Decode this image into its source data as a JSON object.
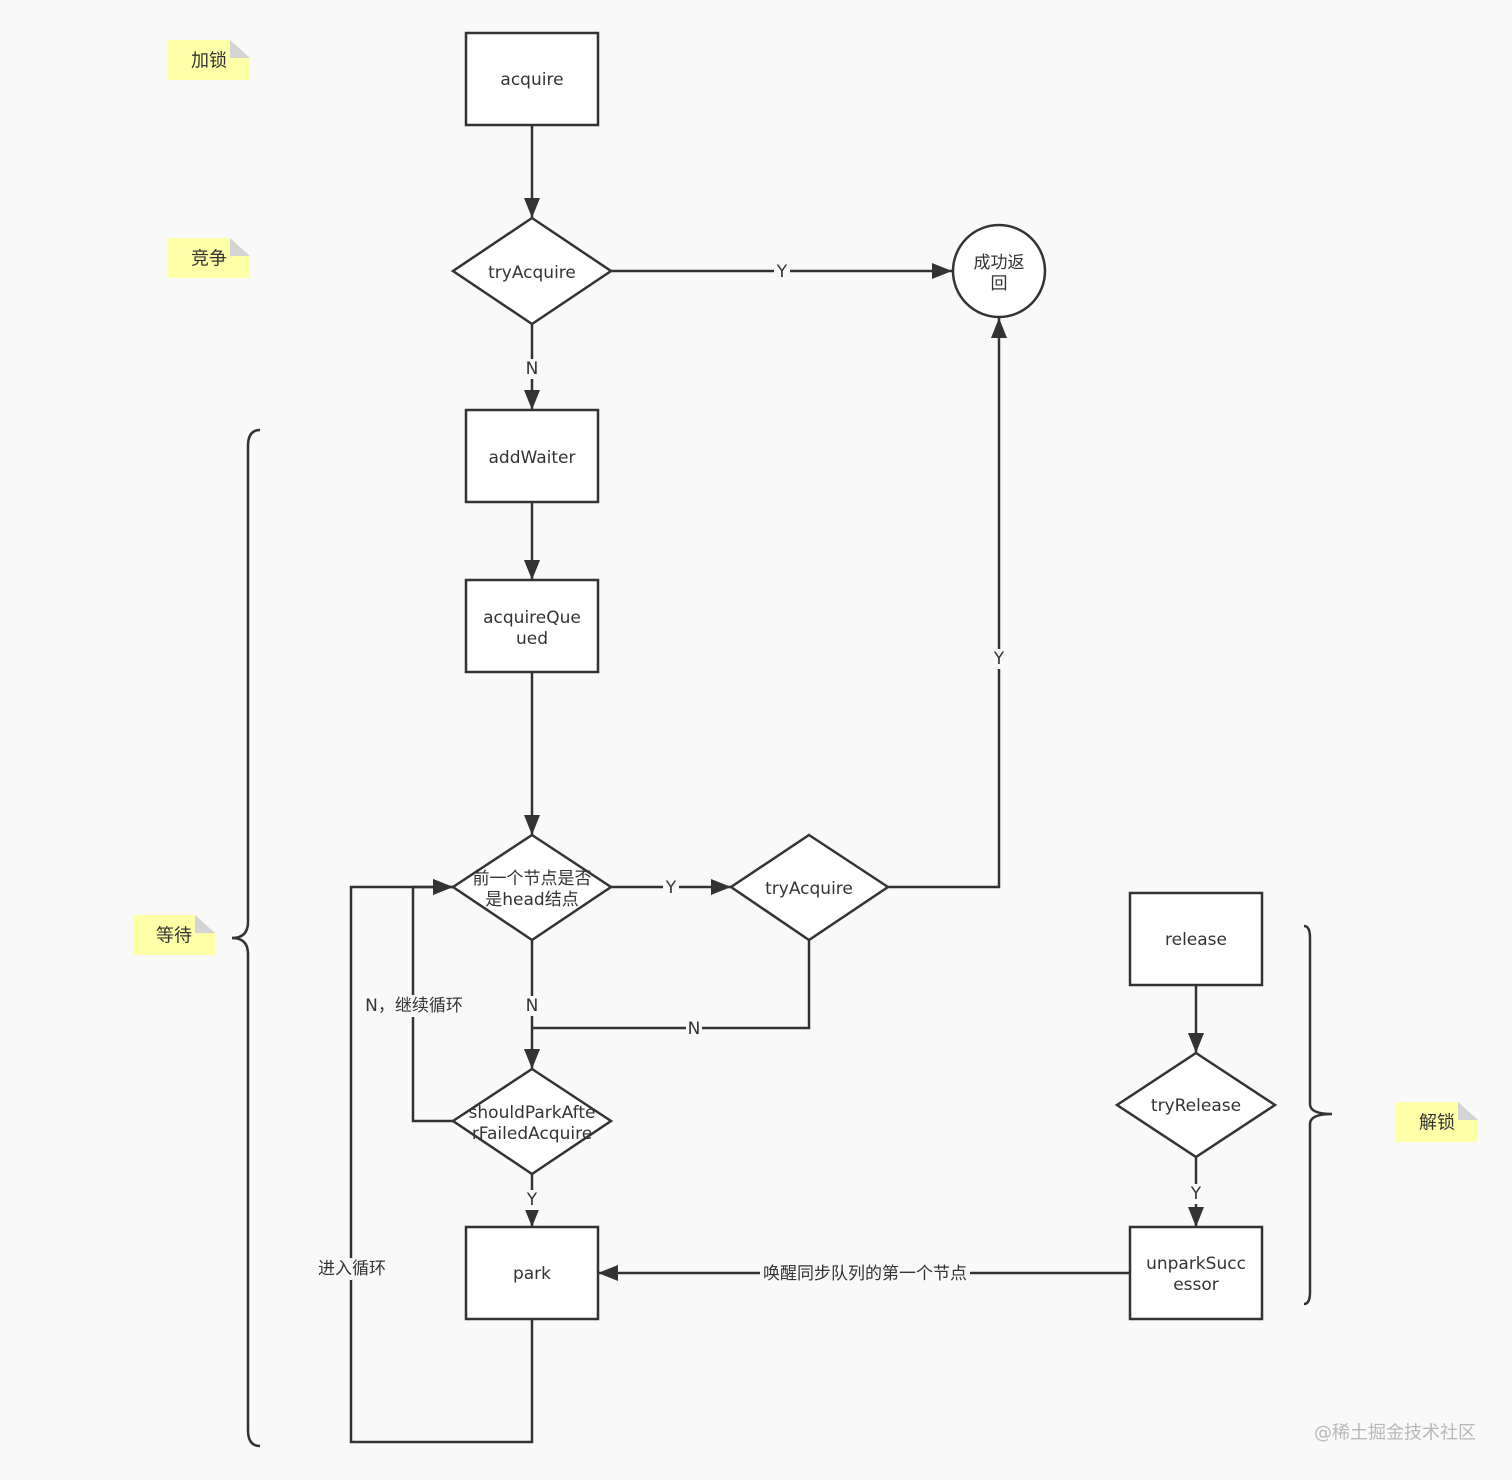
{
  "nodes": {
    "acquire": "acquire",
    "try_acquire_1": "tryAcquire",
    "success_line1": "成功返",
    "success_line2": "回",
    "add_waiter": "addWaiter",
    "acquire_queued_line1": "acquireQue",
    "acquire_queued_line2": "ued",
    "prev_is_head_line1": "前一个节点是否",
    "prev_is_head_line2": "是head结点",
    "try_acquire_2": "tryAcquire",
    "should_park_line1": "shouldParkAfte",
    "should_park_line2": "rFailedAcquire",
    "park": "park",
    "release": "release",
    "try_release": "tryRelease",
    "unpark_line1": "unparkSucc",
    "unpark_line2": "essor"
  },
  "edges": {
    "try_acquire_yes": "Y",
    "try_acquire_no": "N",
    "head_yes": "Y",
    "head_no": "N",
    "try_acquire_2_yes": "Y",
    "try_acquire_2_no": "N",
    "continue_loop": "N，继续循环",
    "should_park_yes": "Y",
    "enter_loop": "进入循环",
    "wake_first": "唤醒同步队列的第一个节点",
    "try_release_yes": "Y"
  },
  "notes": {
    "lock": "加锁",
    "compete": "竞争",
    "wait": "等待",
    "unlock": "解锁"
  },
  "watermark": "@稀土掘金技术社区",
  "colors": {
    "note_fill": "#ffffa8",
    "note_fold": "#d4d4d4",
    "line": "#333333",
    "background": "#f9f9f9"
  }
}
